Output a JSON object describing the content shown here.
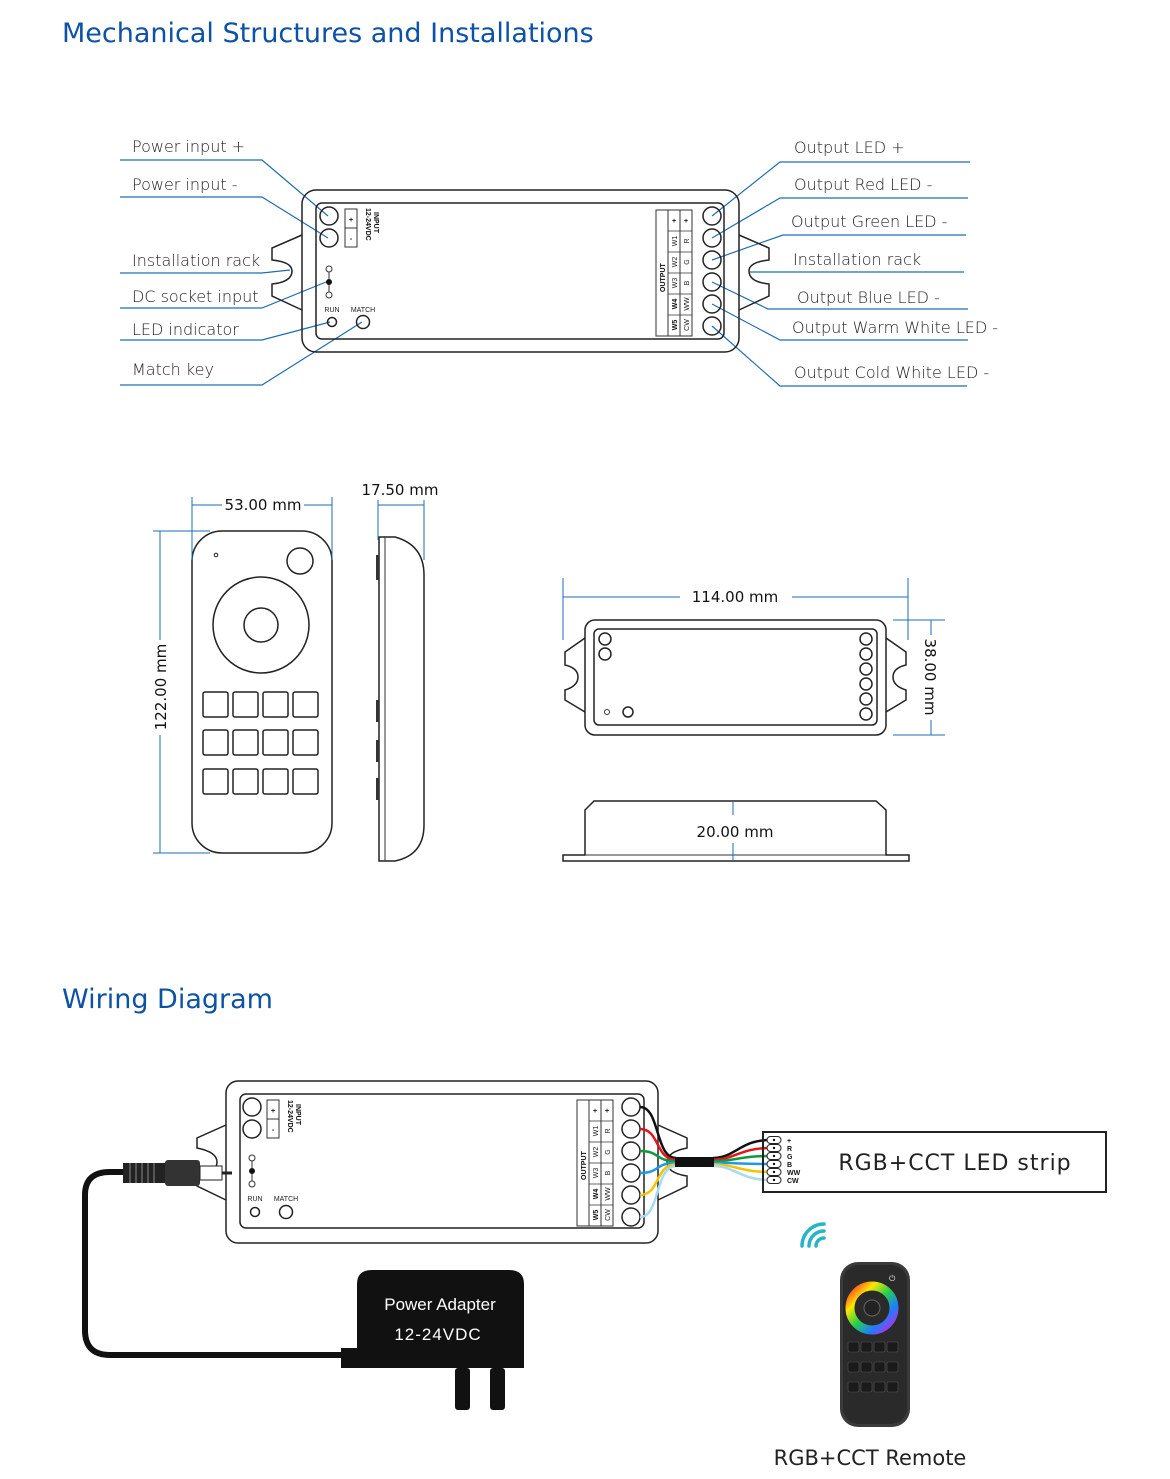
{
  "sections": {
    "mechanical_title": "Mechanical Structures and Installations",
    "wiring_title": "Wiring Diagram"
  },
  "callouts_left": [
    "Power input +",
    "Power input -",
    "Installation rack",
    "DC socket input",
    "LED indicator",
    "Match key"
  ],
  "callouts_right": [
    "Output LED +",
    "Output Red LED -",
    "Output Green LED -",
    "Installation rack",
    "Output Blue LED -",
    "Output Warm White LED -",
    "Output Cold White LED -"
  ],
  "controller": {
    "input_label": "INPUT",
    "input_voltage": "12-24VDC",
    "plus": "+",
    "minus": "-",
    "run": "RUN",
    "match": "MATCH",
    "output_label": "OUTPUT",
    "output_col1": [
      "+",
      "W1",
      "W2",
      "W3",
      "W4",
      "W5"
    ],
    "output_col2": [
      "+",
      "R",
      "G",
      "B",
      "WW",
      "CW"
    ]
  },
  "dimensions": {
    "remote_width": "53.00 mm",
    "remote_height": "122.00 mm",
    "remote_depth": "17.50 mm",
    "controller_length": "114.00 mm",
    "controller_width": "38.00 mm",
    "controller_height": "20.00 mm"
  },
  "wiring": {
    "strip_label": "RGB+CCT LED strip",
    "strip_pins": [
      "+",
      "R",
      "G",
      "B",
      "WW",
      "CW"
    ],
    "adapter_line1": "Power Adapter",
    "adapter_line2": "12-24VDC",
    "remote_label": "RGB+CCT Remote",
    "wire_colors": [
      "#111111",
      "#e3141b",
      "#109a3c",
      "#1e9be0",
      "#f5c400",
      "#a8daf5"
    ],
    "wifi_color": "#26b5c4"
  },
  "colors": {
    "heading": "#0d52a5",
    "leader": "#1f6db5"
  }
}
